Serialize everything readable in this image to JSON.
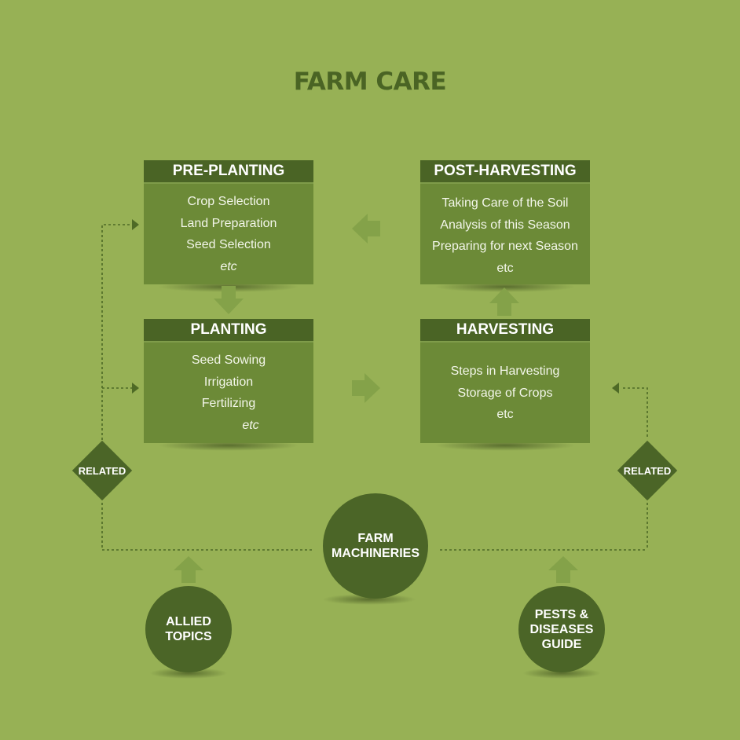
{
  "title": "FARM CARE",
  "boxes": {
    "pre_planting": {
      "heading": "PRE-PLANTING",
      "items": [
        "Crop Selection",
        "Land Preparation",
        "Seed Selection",
        "etc"
      ]
    },
    "post_harvesting": {
      "heading": "POST-HARVESTING",
      "items": [
        "Taking Care of the Soil",
        "Analysis of this Season",
        "Preparing for next Season",
        "etc"
      ]
    },
    "planting": {
      "heading": "PLANTING",
      "items": [
        "Seed Sowing",
        "Irrigation",
        "Fertilizing",
        "etc"
      ]
    },
    "harvesting": {
      "heading": "HARVESTING",
      "items": [
        "Steps in Harvesting",
        "Storage of Crops",
        "etc"
      ]
    }
  },
  "related_left": "RELATED",
  "related_right": "RELATED",
  "center_circle": {
    "line1": "FARM",
    "line2": "MACHINERIES"
  },
  "allied_circle": {
    "line1": "ALLIED",
    "line2": "TOPICS"
  },
  "pests_circle": {
    "line1": "PESTS &",
    "line2": "DISEASES",
    "line3": "GUIDE"
  },
  "colors": {
    "background": "#97b155",
    "box_body": "#6c8a37",
    "box_header": "#4a6425",
    "circle": "#4b6527",
    "arrow": "#84a249",
    "title": "#4a6424"
  }
}
